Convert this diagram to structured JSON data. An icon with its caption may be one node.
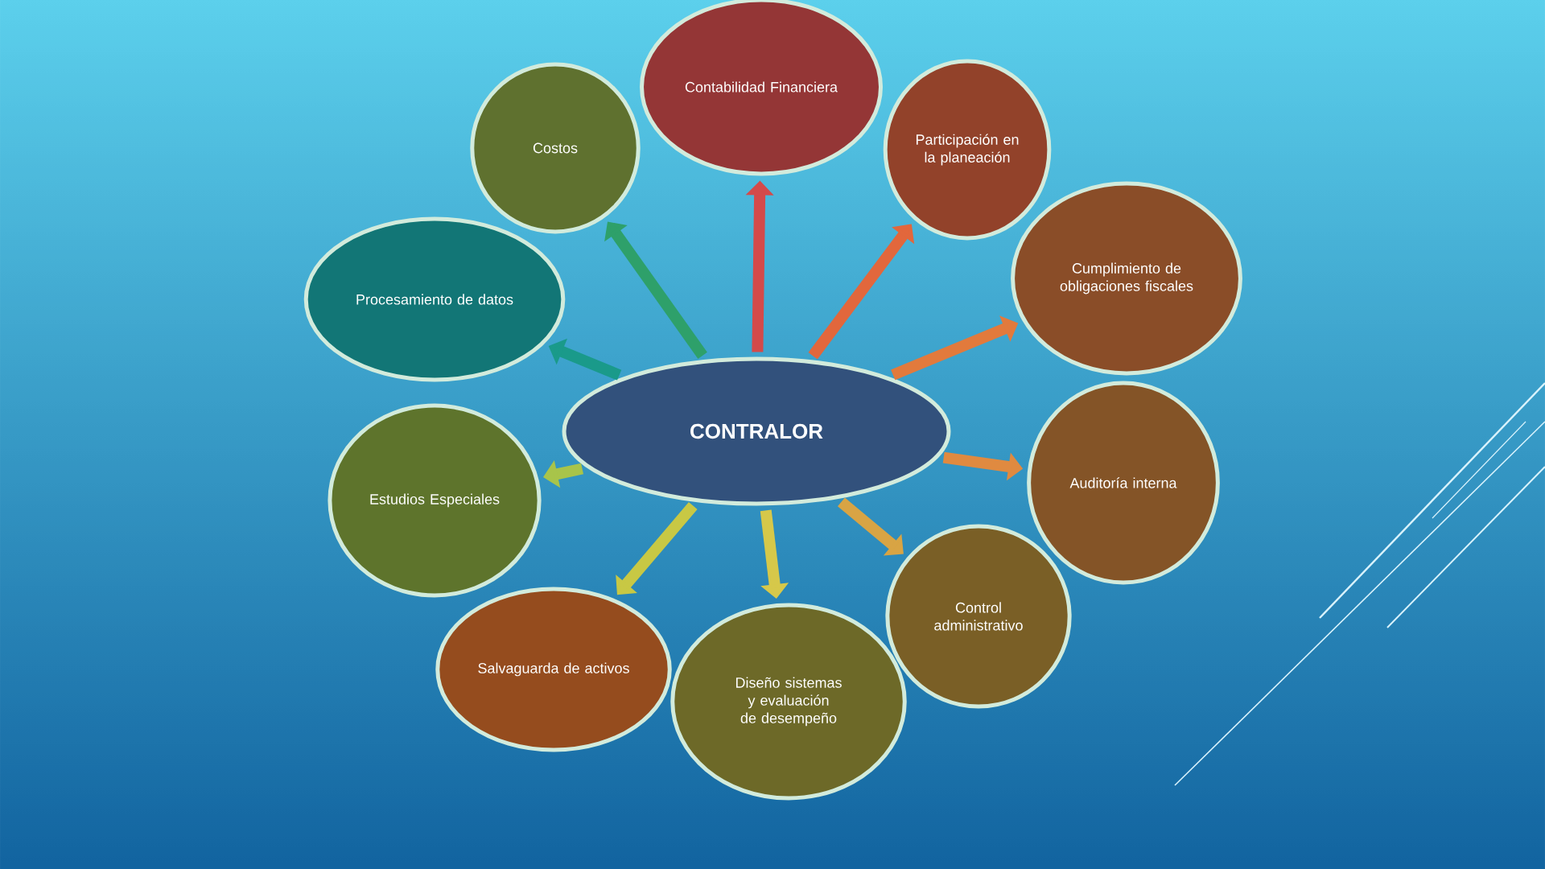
{
  "diagram": {
    "nodes": [
      {
        "text": [
          "CONTRALOR"
        ]
      },
      {
        "text": [
          "Contabilidad Financiera"
        ]
      },
      {
        "text": [
          "Participación en la planeación"
        ]
      },
      {
        "text": [
          "Cumplimiento de obligaciones fiscales"
        ]
      },
      {
        "text": [
          "Auditoría interna"
        ]
      },
      {
        "text": [
          "Control administrativo"
        ]
      },
      {
        "text": [
          "Diseño sistemas y evaluación de desempeño"
        ]
      },
      {
        "text": [
          "Salvaguarda de activos"
        ]
      },
      {
        "text": [
          "Estudios Especiales"
        ]
      },
      {
        "text": [
          "Procesamiento de datos"
        ]
      },
      {
        "text": [
          "Costos"
        ]
      }
    ],
    "edges": [
      {
        "from": 0,
        "to": 1,
        "arrow": "to",
        "color": "#d44a4a"
      },
      {
        "from": 0,
        "to": 2,
        "arrow": "to",
        "color": "#e2673c"
      },
      {
        "from": 0,
        "to": 3,
        "arrow": "to",
        "color": "#e27a3c"
      },
      {
        "from": 0,
        "to": 4,
        "arrow": "to",
        "color": "#e08a40"
      },
      {
        "from": 0,
        "to": 5,
        "arrow": "to",
        "color": "#d8a444"
      },
      {
        "from": 0,
        "to": 6,
        "arrow": "to",
        "color": "#d6c84a"
      },
      {
        "from": 0,
        "to": 7,
        "arrow": "to",
        "color": "#c8c844"
      },
      {
        "from": 0,
        "to": 8,
        "arrow": "to",
        "color": "#a8c44a"
      },
      {
        "from": 0,
        "to": 9,
        "arrow": "to",
        "color": "#1a9a8a"
      },
      {
        "from": 0,
        "to": 10,
        "arrow": "to",
        "color": "#2ea06a"
      }
    ]
  }
}
